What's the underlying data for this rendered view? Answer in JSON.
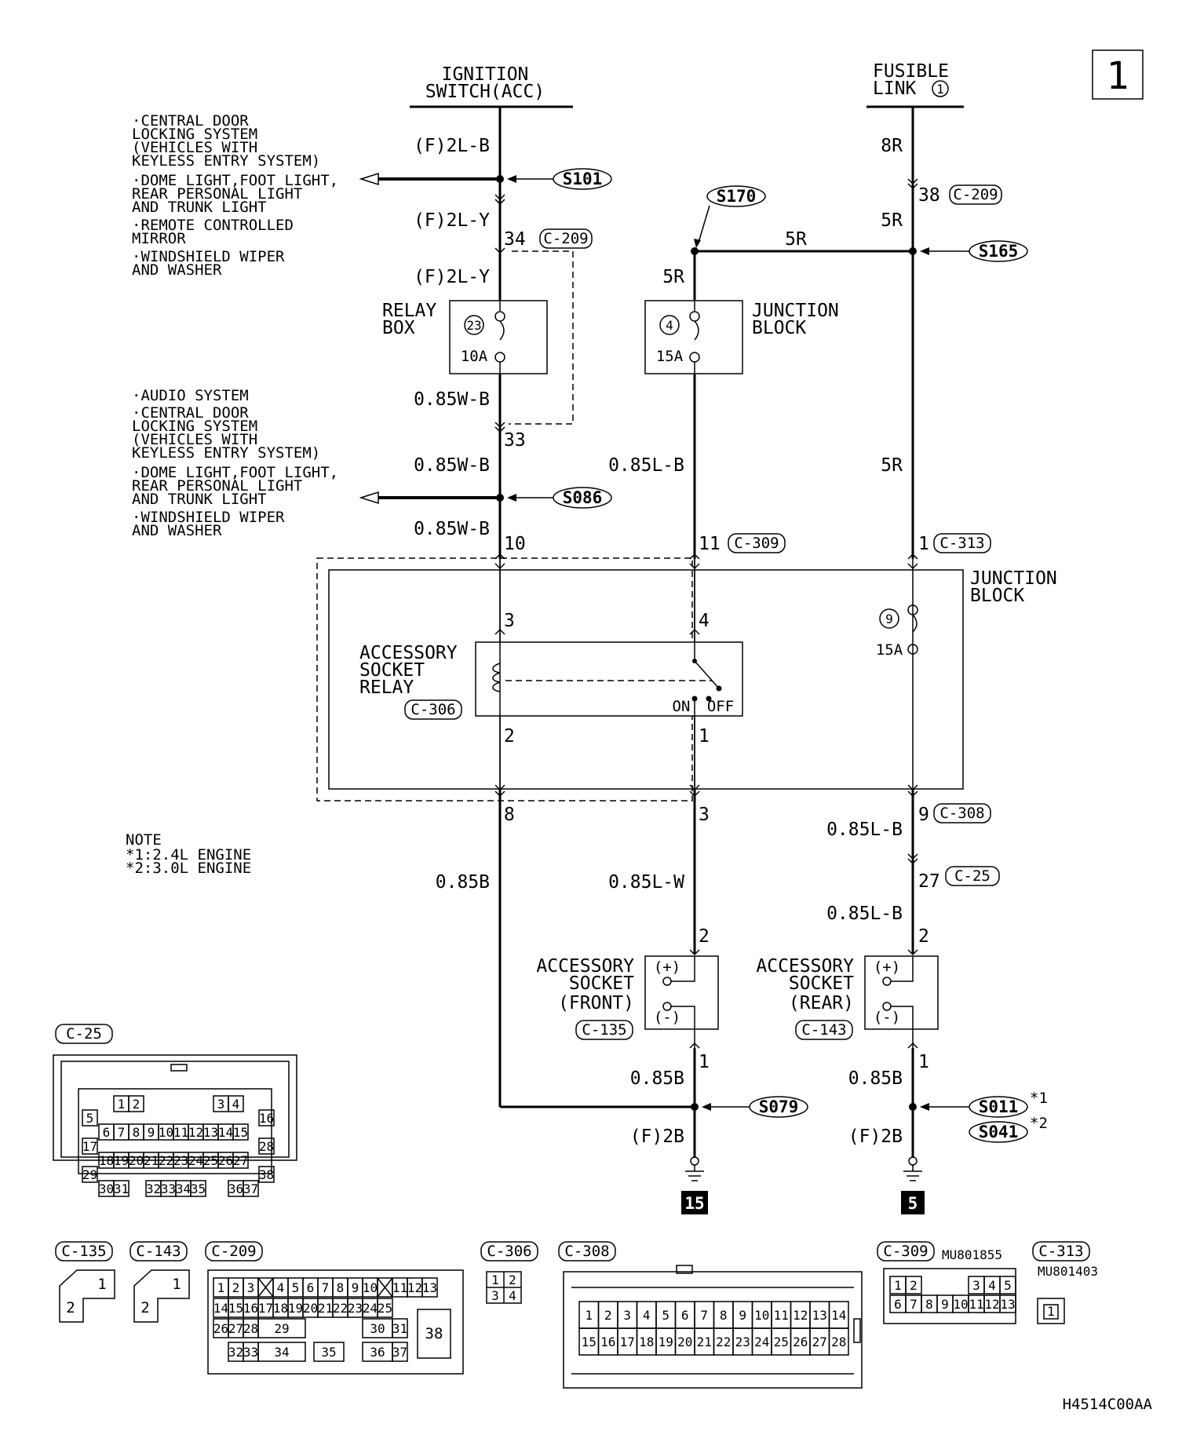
{
  "page": {
    "number": "1",
    "code": "H4514C00AA"
  },
  "sources": {
    "ignition": [
      "IGNITION",
      "SWITCH(ACC)"
    ],
    "fusible": [
      "FUSIBLE",
      "LINK"
    ],
    "fusible_no": "1"
  },
  "left_notes_top": [
    "·CENTRAL DOOR",
    " LOCKING SYSTEM",
    " (VEHICLES WITH",
    "  KEYLESS ENTRY SYSTEM)",
    "·DOME LIGHT,FOOT LIGHT,",
    " REAR PERSONAL LIGHT",
    " AND TRUNK LIGHT",
    "·REMOTE CONTROLLED",
    " MIRROR",
    "·WINDSHIELD WIPER",
    " AND WASHER"
  ],
  "left_notes_bottom": [
    "·AUDIO SYSTEM",
    "·CENTRAL DOOR",
    " LOCKING SYSTEM",
    " (VEHICLES WITH",
    "  KEYLESS ENTRY SYSTEM)",
    "·DOME LIGHT,FOOT LIGHT,",
    " REAR PERSONAL LIGHT",
    " AND TRUNK LIGHT",
    "·WINDSHIELD WIPER",
    " AND WASHER"
  ],
  "wire_labels": {
    "f2lb": "(F)2L-B",
    "f2ly_a": "(F)2L-Y",
    "f2ly_b": "(F)2L-Y",
    "w085_a": "0.85W-B",
    "w085_b": "0.85W-B",
    "w085_c": "0.85W-B",
    "r8": "8R",
    "r5_a": "5R",
    "r5_b": "5R",
    "r5_c": "5R",
    "r5_d": "5R",
    "lb085_mid": "0.85L-B",
    "b085": "0.85B",
    "lw085": "0.85L-W",
    "lb085_r1": "0.85L-B",
    "lb085_r2": "0.85L-B",
    "b085_front": "0.85B",
    "b085_rear": "0.85B",
    "f2b_front": "(F)2B",
    "f2b_rear": "(F)2B"
  },
  "splices": {
    "s101": "S101",
    "s170": "S170",
    "s165": "S165",
    "s086": "S086",
    "s079": "S079",
    "s011": "S011",
    "s041": "S041",
    "s011_note": "*1",
    "s041_note": "*2"
  },
  "pins": {
    "p34": "34",
    "p33": "33",
    "p38": "38",
    "p10": "10",
    "p11": "11",
    "p1": "1",
    "p3": "3",
    "p4": "4",
    "p2": "2",
    "p1b": "1",
    "p8": "8",
    "p3b": "3",
    "p9": "9",
    "p27": "27",
    "p2f": "2",
    "p2r": "2",
    "p1f": "1",
    "p1r": "1"
  },
  "connector_refs": {
    "c209_a": "C-209",
    "c209_b": "C-209",
    "c309": "C-309",
    "c313": "C-313",
    "c306": "C-306",
    "c308": "C-308",
    "c25": "C-25",
    "c135": "C-135",
    "c143": "C-143"
  },
  "components": {
    "relay_box": [
      "RELAY",
      "BOX"
    ],
    "relay_box_fuse_no": "23",
    "relay_box_fuse_amp": "10A",
    "jb_top": [
      "JUNCTION",
      "BLOCK"
    ],
    "jb_top_fuse_no": "4",
    "jb_top_fuse_amp": "15A",
    "jb_main": [
      "JUNCTION",
      "BLOCK"
    ],
    "jb_main_fuse_no": "9",
    "jb_main_fuse_amp": "15A",
    "acc_relay": [
      "ACCESSORY",
      "SOCKET",
      "RELAY"
    ],
    "on": "ON",
    "off": "OFF",
    "socket_front": [
      "ACCESSORY",
      "SOCKET",
      "(FRONT)"
    ],
    "socket_rear": [
      "ACCESSORY",
      "SOCKET",
      "(REAR)"
    ],
    "plus": "(+)",
    "minus": "(-)"
  },
  "grounds": {
    "front": "15",
    "rear": "5"
  },
  "note": [
    "NOTE",
    "*1:2.4L ENGINE",
    "*2:3.0L ENGINE"
  ],
  "connector_views": {
    "c25_rows": [
      [
        "1",
        "2",
        "3",
        "4"
      ],
      [
        "5",
        "16"
      ],
      [
        "6",
        "7",
        "8",
        "9",
        "10",
        "11",
        "12",
        "13",
        "14",
        "15"
      ],
      [
        "17",
        "28"
      ],
      [
        "18",
        "19",
        "20",
        "21",
        "22",
        "23",
        "24",
        "25",
        "26",
        "27"
      ],
      [
        "29",
        "38"
      ],
      [
        "30",
        "31",
        "32",
        "33",
        "34",
        "35",
        "36",
        "37"
      ]
    ],
    "c135_pins": [
      "1",
      "2"
    ],
    "c143_pins": [
      "1",
      "2"
    ],
    "c209_rows": [
      [
        "1",
        "2",
        "3",
        "",
        "4",
        "5",
        "6",
        "7",
        "8",
        "9",
        "10",
        "",
        "11",
        "12",
        "13"
      ],
      [
        "14",
        "15",
        "16",
        "17",
        "18",
        "19",
        "20",
        "21",
        "22",
        "23",
        "24",
        "25"
      ],
      [
        "26",
        "27",
        "28",
        "29",
        "30",
        "31"
      ],
      [
        "32",
        "33",
        "34",
        "35",
        "36",
        "37"
      ]
    ],
    "c209_big": "38",
    "c306_pins": [
      "1",
      "2",
      "3",
      "4"
    ],
    "c308_rows": [
      [
        "1",
        "2",
        "3",
        "4",
        "5",
        "6",
        "7",
        "8",
        "9",
        "10",
        "11",
        "12",
        "13",
        "14"
      ],
      [
        "15",
        "16",
        "17",
        "18",
        "19",
        "20",
        "21",
        "22",
        "23",
        "24",
        "25",
        "26",
        "27",
        "28"
      ]
    ],
    "c309_part": "MU801855",
    "c309_rows": [
      [
        "1",
        "2",
        "3",
        "4",
        "5"
      ],
      [
        "6",
        "7",
        "8",
        "9",
        "10",
        "11",
        "12",
        "13"
      ]
    ],
    "c313_part": "MU801403",
    "c313_pin": "1"
  },
  "colors": {
    "line": "#000000",
    "background": "#ffffff"
  }
}
